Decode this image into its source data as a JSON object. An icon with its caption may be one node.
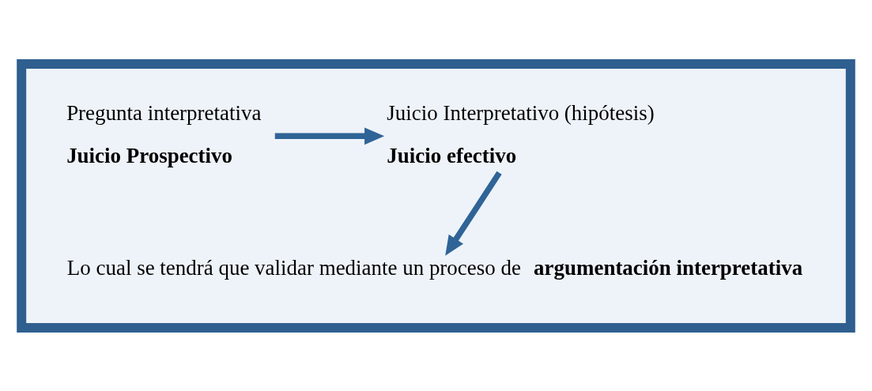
{
  "diagram": {
    "nodes": [
      {
        "text": [],
        "shape": "box"
      },
      {
        "text": [
          "Pregunta interpretativa",
          "Juicio Prospectivo"
        ],
        "in": 0
      },
      {
        "text": [
          "Juicio Interpretativo (hipótesis)",
          "Juicio efectivo"
        ],
        "in": 0
      },
      {
        "text": [
          "Lo cual se tendrá que validar mediante un proceso de **argumentación interpretativa**"
        ],
        "in": 0
      }
    ],
    "edges": [
      {
        "from": 1,
        "to": 2,
        "arrow": "to"
      },
      {
        "from": 2,
        "to": 3,
        "arrow": "to"
      }
    ]
  }
}
